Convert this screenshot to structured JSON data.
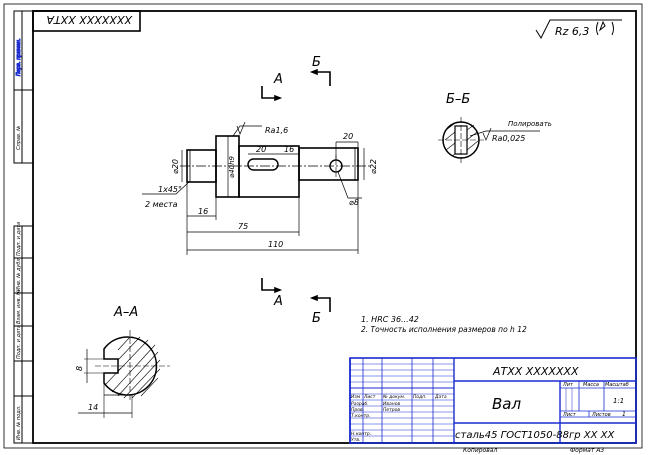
{
  "header": {
    "code_rotated": "ХХХХХХХ ХХТА"
  },
  "roughness": {
    "value": "Rz 6,3"
  },
  "left_strip": {
    "labels": [
      "Перв. примен.",
      "Справ. №",
      "Подп. и дата",
      "Инв. № дубл.",
      "Взам. инв. №",
      "Подп. и дата",
      "Инв. № подл."
    ]
  },
  "views": {
    "section_a_top": "А",
    "section_a_bottom": "А",
    "section_b_top": "Б",
    "section_b_bottom": "Б",
    "section_b_title": "Б–Б",
    "section_a_title": "А–А"
  },
  "dimensions": {
    "ra16": "Ra1,6",
    "d20": "⌀20",
    "d40": "⌀40h9",
    "d22": "⌀22",
    "d8": "⌀8",
    "chamfer": "1x45°",
    "chamfer_note": "2 места",
    "w20": "20",
    "w16": "16",
    "w20b": "20",
    "len16": "16",
    "len75": "75",
    "len110": "110",
    "sec_depth": "8",
    "sec_width": "14"
  },
  "polish": {
    "note": "Полировать",
    "ra": "Ra0,025"
  },
  "notes": {
    "line1": "1. HRC 36...42",
    "line2": "2. Точность исполнения размеров по h 12"
  },
  "title_block": {
    "designation": "АТХХ ХХХХХХХ",
    "name": "Вал",
    "material": "сталь45 ГОСТ1050-88",
    "group": "гр ХХ ХХ",
    "col_lit": "Лит",
    "col_mass": "Масса",
    "col_scale": "Масштаб",
    "scale_value": "1:1",
    "col_sheet": "Лист",
    "col_sheets": "Листов",
    "sheets_value": "1",
    "row_izm": "Изм",
    "row_list": "Лист",
    "row_doc": "№ докум.",
    "row_sign": "Подп.",
    "row_date": "Дата",
    "role1": "Разраб.",
    "role2": "Пров.",
    "role3": "Т.контр.",
    "role4": "Н.контр.",
    "role5": "Утв.",
    "person1": "Иванов",
    "person2": "Петров"
  },
  "footer": {
    "copied": "Копировал",
    "format": "Формат А3"
  }
}
